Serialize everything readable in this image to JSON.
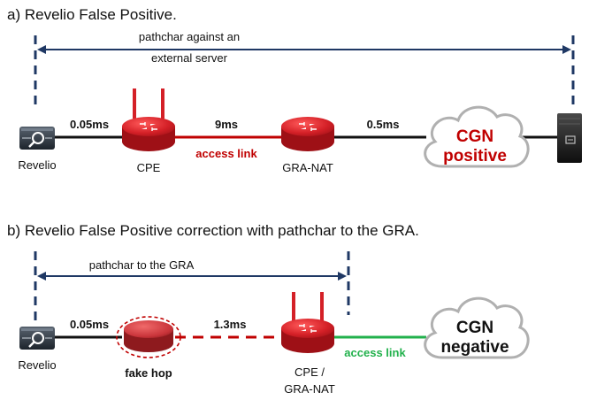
{
  "colors": {
    "router_red": "#d42027",
    "router_dark": "#9e1016",
    "link_red": "#c00000",
    "link_green": "#22b14c",
    "arrow_navy": "#1f3864",
    "dash_navy": "#1f3864",
    "cloud_fill": "#ffffff",
    "cloud_stroke": "#b0b0b0",
    "server_dark": "#1a1a1a"
  },
  "icons": [
    "magnifier-host-icon",
    "router-icon",
    "wifi-router-icon",
    "cloud-icon",
    "server-icon"
  ],
  "panel_a": {
    "title": "a) Revelio False Positive.",
    "arrow_label_line1": "pathchar against an",
    "arrow_label_line2": "external server",
    "revelio_label": "Revelio",
    "latency_1": "0.05ms",
    "cpe_label": "CPE",
    "latency_2": "9ms",
    "access_link_label": "access link",
    "gra_nat_label": "GRA-NAT",
    "latency_3": "0.5ms",
    "cgn_line1": "CGN",
    "cgn_line2": "positive"
  },
  "panel_b": {
    "title": "b) Revelio False Positive correction with pathchar to the GRA.",
    "arrow_label": "pathchar to the GRA",
    "revelio_label": "Revelio",
    "latency_1": "0.05ms",
    "fake_hop_label": "fake hop",
    "latency_2": "1.3ms",
    "cpe_label_line1": "CPE /",
    "cpe_label_line2": "GRA-NAT",
    "access_link_label": "access link",
    "cgn_line1": "CGN",
    "cgn_line2": "negative"
  }
}
